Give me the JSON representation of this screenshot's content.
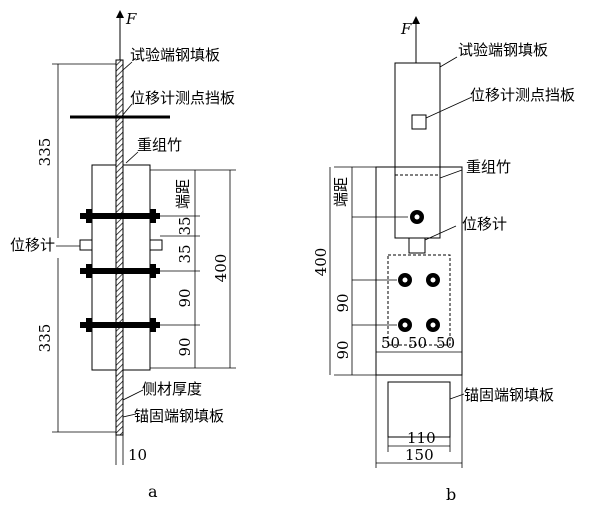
{
  "panel_a": {
    "force": "F",
    "labels": {
      "test_plate": "试验端钢填板",
      "target_plate": "位移计测点挡板",
      "bamboo": "重组竹",
      "end_distance": "端距",
      "lvdt": "位移计",
      "side_thickness": "侧材厚度",
      "anchor_plate": "锚固端钢填板"
    },
    "dims": {
      "upper": "335",
      "lower": "335",
      "height": "400",
      "d35a": "35",
      "d35b": "35",
      "d90a": "90",
      "d90b": "90",
      "thick": "10"
    },
    "caption": "a"
  },
  "panel_b": {
    "force": "F",
    "labels": {
      "test_plate": "试验端钢填板",
      "target_plate": "位移计测点挡板",
      "bamboo": "重组竹",
      "end_distance": "端距",
      "lvdt": "位移计",
      "anchor_plate": "锚固端钢填板"
    },
    "dims": {
      "height": "400",
      "d90a": "90",
      "d90b": "90",
      "w50a": "50",
      "w50b": "50",
      "w50c": "50",
      "w110": "110",
      "w150": "150"
    },
    "caption": "b"
  }
}
